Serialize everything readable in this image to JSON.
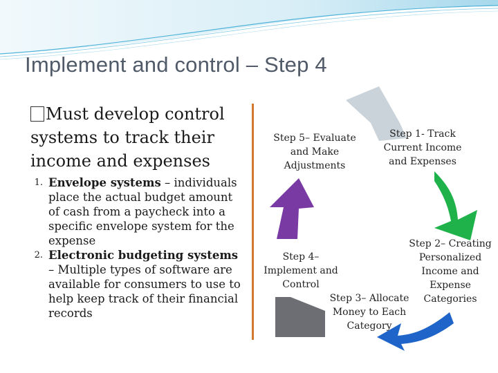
{
  "slide": {
    "title": "Implement and control – Step 4",
    "main_bullet": "Must develop control systems to track their income and expenses",
    "sub_bullets": [
      {
        "number": "1.",
        "bold": "Envelope systems",
        "text": " – individuals place the actual budget amount of cash from a paycheck into a specific envelope system for the expense"
      },
      {
        "number": "2.",
        "bold": "Electronic budgeting systems",
        "text": " – Multiple types of software are available for consumers to use to help keep track of their financial records"
      }
    ]
  },
  "cycle": {
    "steps": [
      {
        "label": "Step 1- Track Current Income and Expenses",
        "color": "#1fb24a"
      },
      {
        "label": "Step 2– Creating Personalized Income and Expense Categories",
        "color": "#1f64c8"
      },
      {
        "label": "Step 3– Allocate Money to Each Category",
        "color": "#6d6e73"
      },
      {
        "label": "Step 4– Implement and Control",
        "color": "#7a3aa3"
      },
      {
        "label": "Step 5– Evaluate and Make Adjustments",
        "color": "#c9d3d9"
      }
    ]
  },
  "theme": {
    "accent_line": "#d2782f",
    "wave": "#4fb3d9"
  }
}
